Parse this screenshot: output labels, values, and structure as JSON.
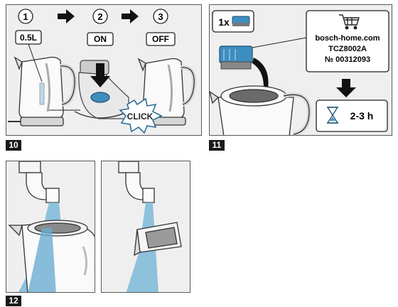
{
  "figures": [
    {
      "number": "10",
      "steps": [
        {
          "index": "1",
          "label": "0.5L"
        },
        {
          "index": "2",
          "label": "ON"
        },
        {
          "index": "3",
          "label": "OFF"
        }
      ],
      "click_label": "CLICK"
    },
    {
      "number": "11",
      "quantity_label": "1x",
      "shop": {
        "url": "bosch-home.com",
        "model": "TCZ8002A",
        "part_number": "№ 00312093"
      },
      "duration": "2-3 h"
    },
    {
      "number": "12"
    }
  ]
}
